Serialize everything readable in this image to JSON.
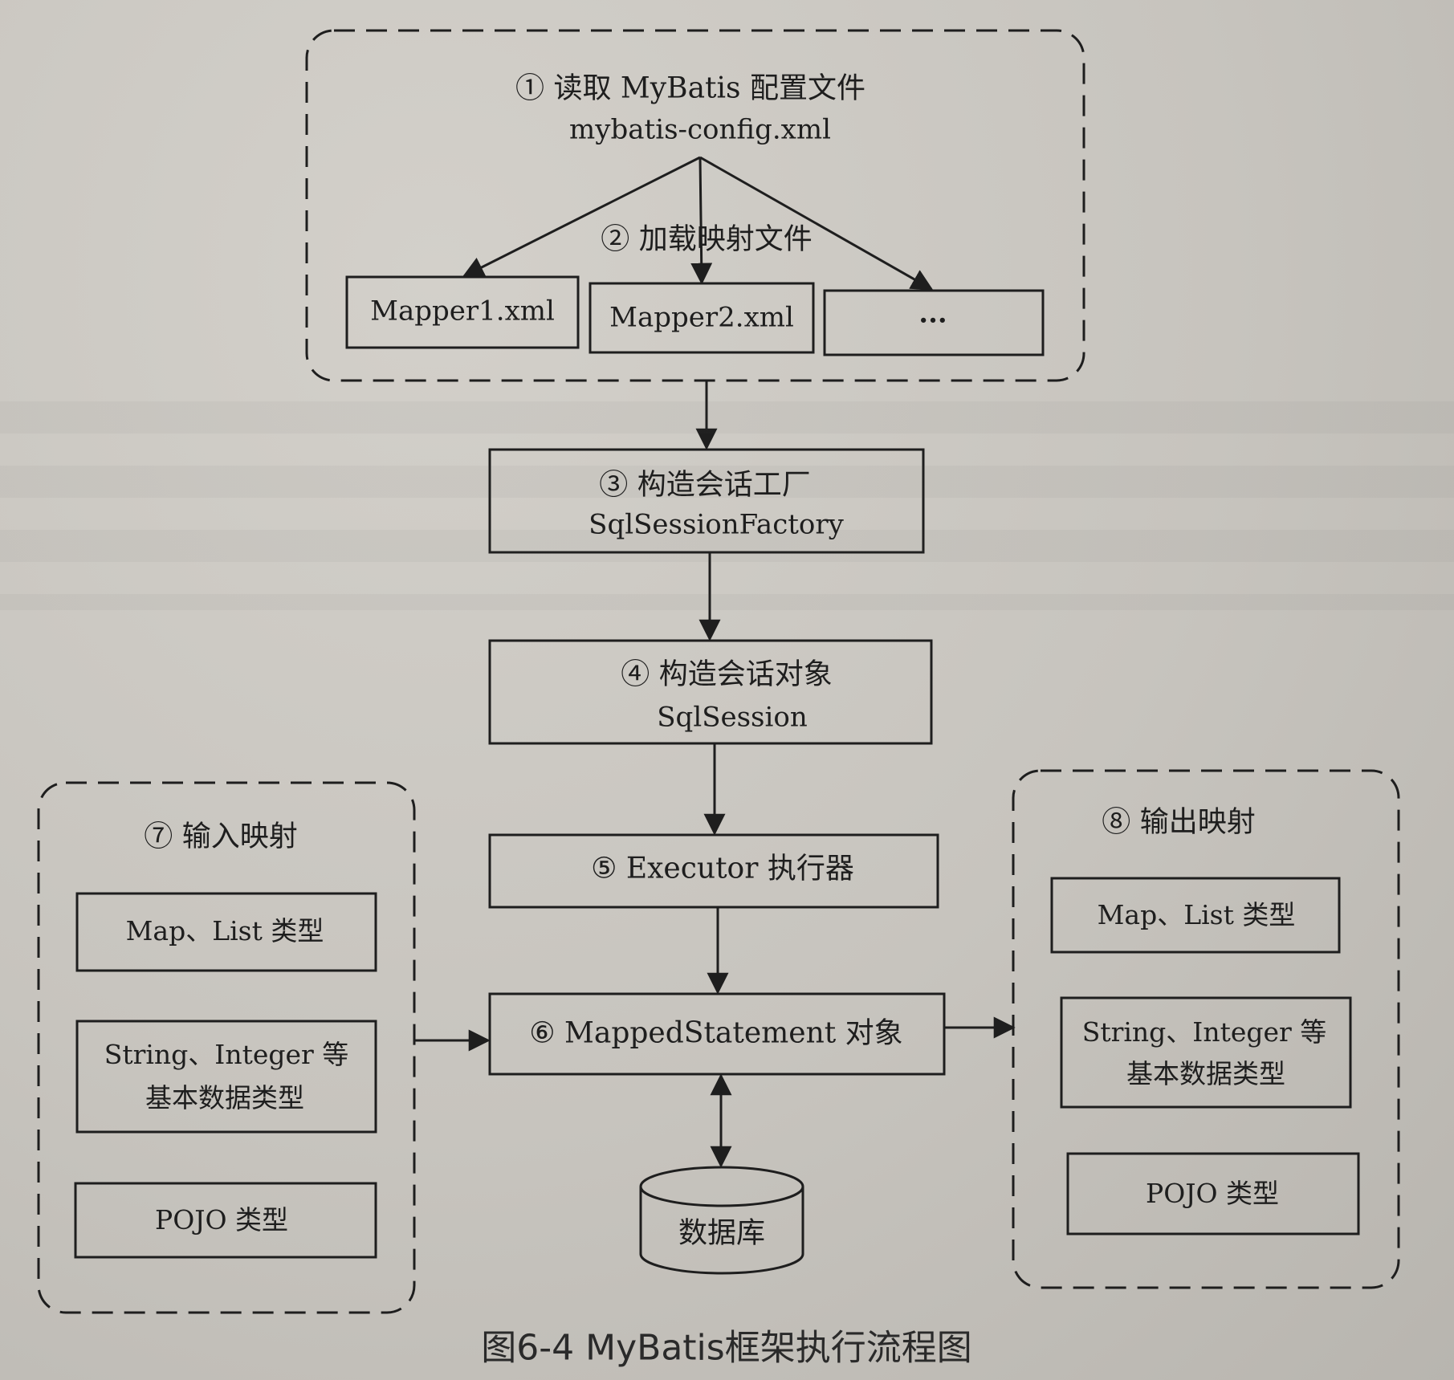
{
  "config_group": {
    "step1_label": "① 读取 MyBatis 配置文件",
    "config_file": "mybatis-config.xml",
    "step2_label": "② 加载映射文件",
    "mappers": [
      "Mapper1.xml",
      "Mapper2.xml",
      "···"
    ]
  },
  "steps": {
    "step3_title": "③ 构造会话工厂",
    "step3_sub": "SqlSessionFactory",
    "step4_title": "④ 构造会话对象",
    "step4_sub": "SqlSession",
    "step5_title": "⑤ Executor 执行器",
    "step6_title": "⑥ MappedStatement 对象",
    "database": "数据库"
  },
  "input_mapping": {
    "title": "⑦ 输入映射",
    "items": [
      "Map、List 类型",
      "String、Integer 等",
      "基本数据类型",
      "POJO 类型"
    ]
  },
  "output_mapping": {
    "title": "⑧ 输出映射",
    "items": [
      "Map、List 类型",
      "String、Integer 等",
      "基本数据类型",
      "POJO 类型"
    ]
  },
  "caption": "图6-4   MyBatis框架执行流程图"
}
